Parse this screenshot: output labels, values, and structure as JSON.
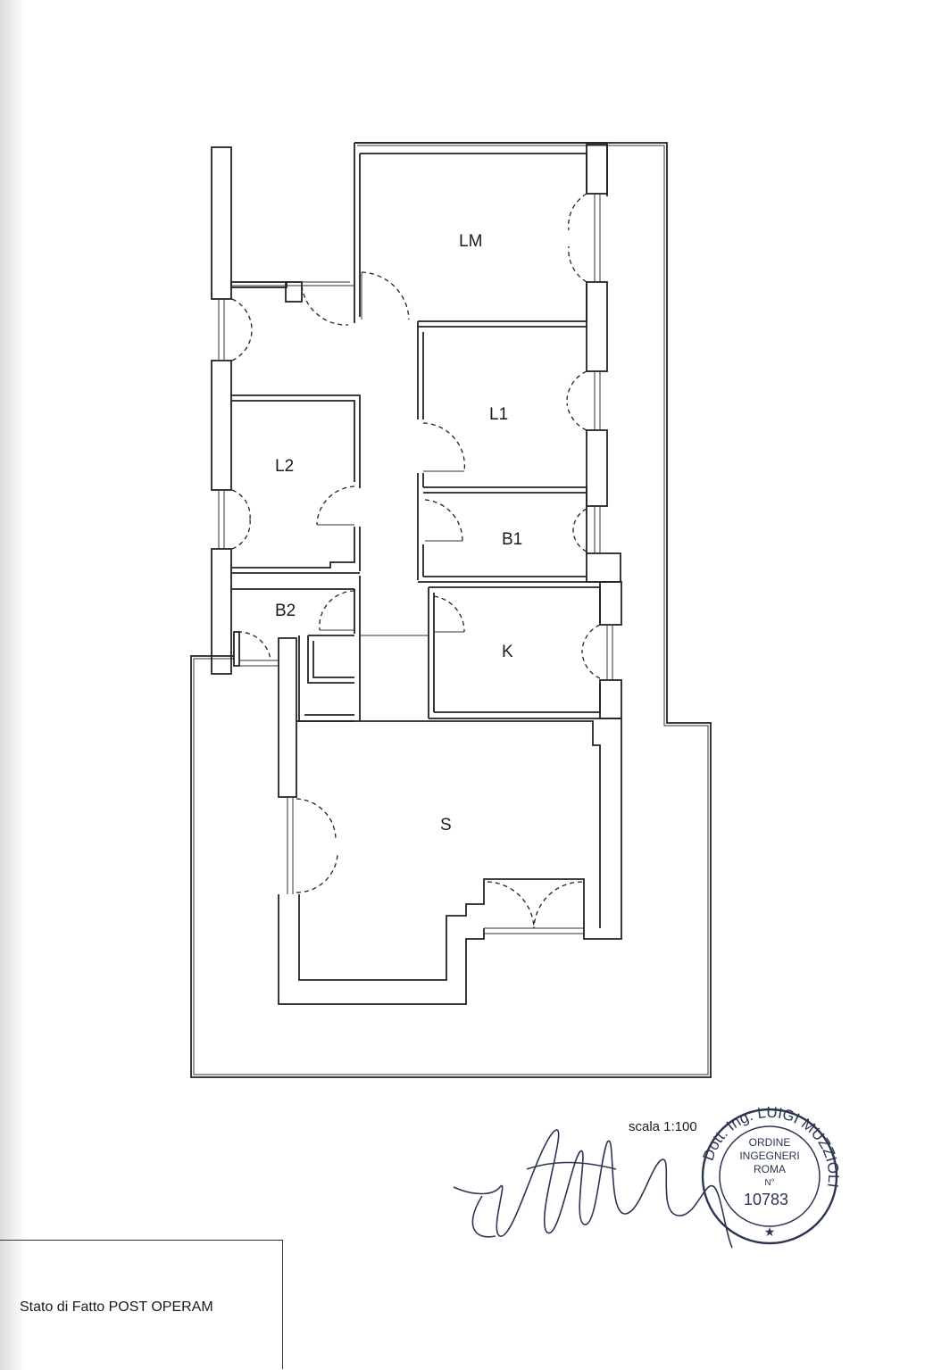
{
  "rooms": {
    "lm": "LM",
    "l1": "L1",
    "l2": "L2",
    "b1": "B1",
    "b2": "B2",
    "k": "K",
    "s": "S"
  },
  "scale": "scala 1:100",
  "title_block": {
    "label": "Stato di Fatto POST OPERAM"
  },
  "stamp": {
    "ring_text": "Dott. Ing. LUIGI MUZZIOLI",
    "line1": "ORDINE",
    "line2": "INGEGNERI",
    "line3": "ROMA",
    "line4": "N°",
    "number": "10783",
    "star": "★",
    "ink_color": "#2a3550"
  },
  "colors": {
    "line": "#222222",
    "background": "#ffffff"
  }
}
